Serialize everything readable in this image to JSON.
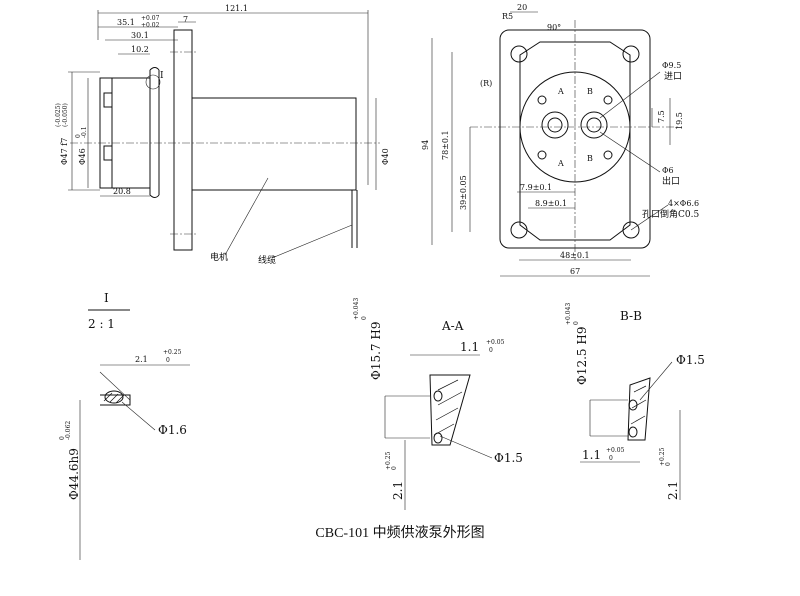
{
  "caption": "CBC-101 中频供液泵外形图",
  "side_view": {
    "dims": {
      "overall_length": "121.1",
      "flange_offset": "35.1",
      "flange_offset_tol_upper": "+0.07",
      "flange_offset_tol_lower": "+0.02",
      "flange_thk": "7",
      "body_len": "30.1",
      "inner_len": "10.2",
      "pilot_len": "20.8",
      "pilot_dia": "Φ47 f7",
      "pilot_tol_upper": "(-0.025)",
      "pilot_tol_lower": "(-0.050)",
      "inner_dia": "Φ46",
      "inner_tol_upper": "0",
      "inner_tol_lower": "-0.1",
      "motor_dia": "Φ40"
    },
    "labels": {
      "detail_ref": "I",
      "motor": "电机",
      "cable": "线缆"
    }
  },
  "front_view": {
    "dims": {
      "top_width": "20",
      "corner_radius": "R5",
      "angle": "90°",
      "inlet_dia": "Φ9.5",
      "inlet_label": "进口",
      "outlet_dia": "Φ6",
      "outlet_label": "出口",
      "v_7_5": "7.5",
      "v_19_5": "19.5",
      "height_94": "94",
      "height_78": "78±0.1",
      "height_39": "39±0.05",
      "h_7_9": "7.9±0.1",
      "h_8_9": "8.9±0.1",
      "holes": "4×Φ6.6",
      "holes_note": "孔口倒角C0.5",
      "width_48": "48±0.1",
      "width_67": "67",
      "section_a": "A",
      "section_b": "B",
      "r_label": "(R)"
    }
  },
  "detail_i": {
    "title": "I",
    "scale": "2 : 1",
    "groove_w": "2.1",
    "groove_w_tol_upper": "+0.25",
    "groove_w_tol_lower": "0",
    "oring_dia": "Φ1.6",
    "bore_dia": "Φ44.6h9",
    "bore_tol_upper": "0",
    "bore_tol_lower": "-0.062"
  },
  "section_aa": {
    "title": "A-A",
    "dia": "Φ15.7 H9",
    "dia_tol_upper": "+0.043",
    "dia_tol_lower": "0",
    "groove_w": "1.1",
    "groove_w_tol_upper": "+0.05",
    "groove_w_tol_lower": "0",
    "oring_dia": "Φ1.5",
    "depth": "2.1",
    "depth_tol_upper": "+0.25",
    "depth_tol_lower": "0"
  },
  "section_bb": {
    "title": "B-B",
    "dia": "Φ12.5 H9",
    "dia_tol_upper": "+0.043",
    "dia_tol_lower": "0",
    "oring_dia": "Φ1.5",
    "groove_w": "1.1",
    "groove_w_tol_upper": "+0.05",
    "groove_w_tol_lower": "0",
    "depth": "2.1",
    "depth_tol_upper": "+0.25",
    "depth_tol_lower": "0"
  }
}
